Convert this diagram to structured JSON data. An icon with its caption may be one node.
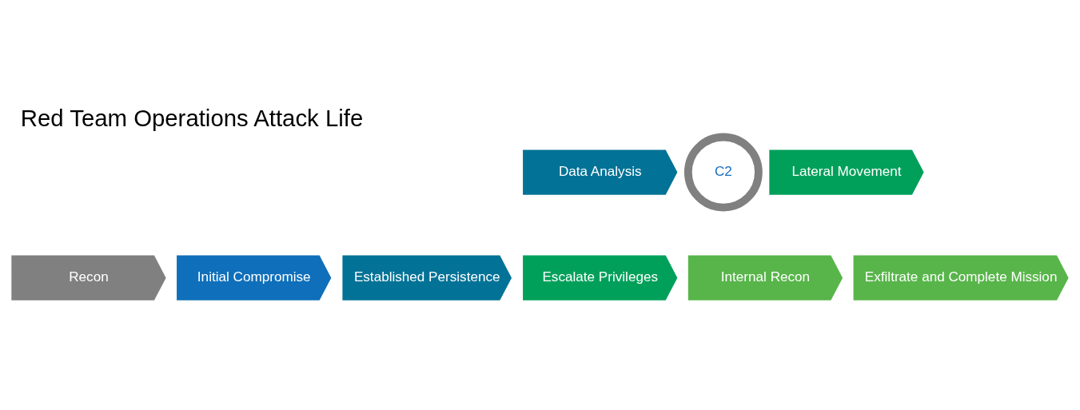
{
  "diagram": {
    "title": "Red Team Operations Attack Life",
    "nodes": [
      {
        "text": [
          "Recon"
        ]
      },
      {
        "text": [
          "Initial Compromise"
        ]
      },
      {
        "text": [
          "Established Persistence"
        ]
      },
      {
        "text": [
          "Escalate Privileges"
        ]
      },
      {
        "text": [
          "Internal Recon"
        ]
      },
      {
        "text": [
          "Exfiltrate and Complete Mission"
        ]
      },
      {
        "text": [
          "Data Analysis"
        ]
      },
      {
        "text": [
          "C2"
        ]
      },
      {
        "text": [
          "Lateral Movement"
        ]
      }
    ]
  }
}
